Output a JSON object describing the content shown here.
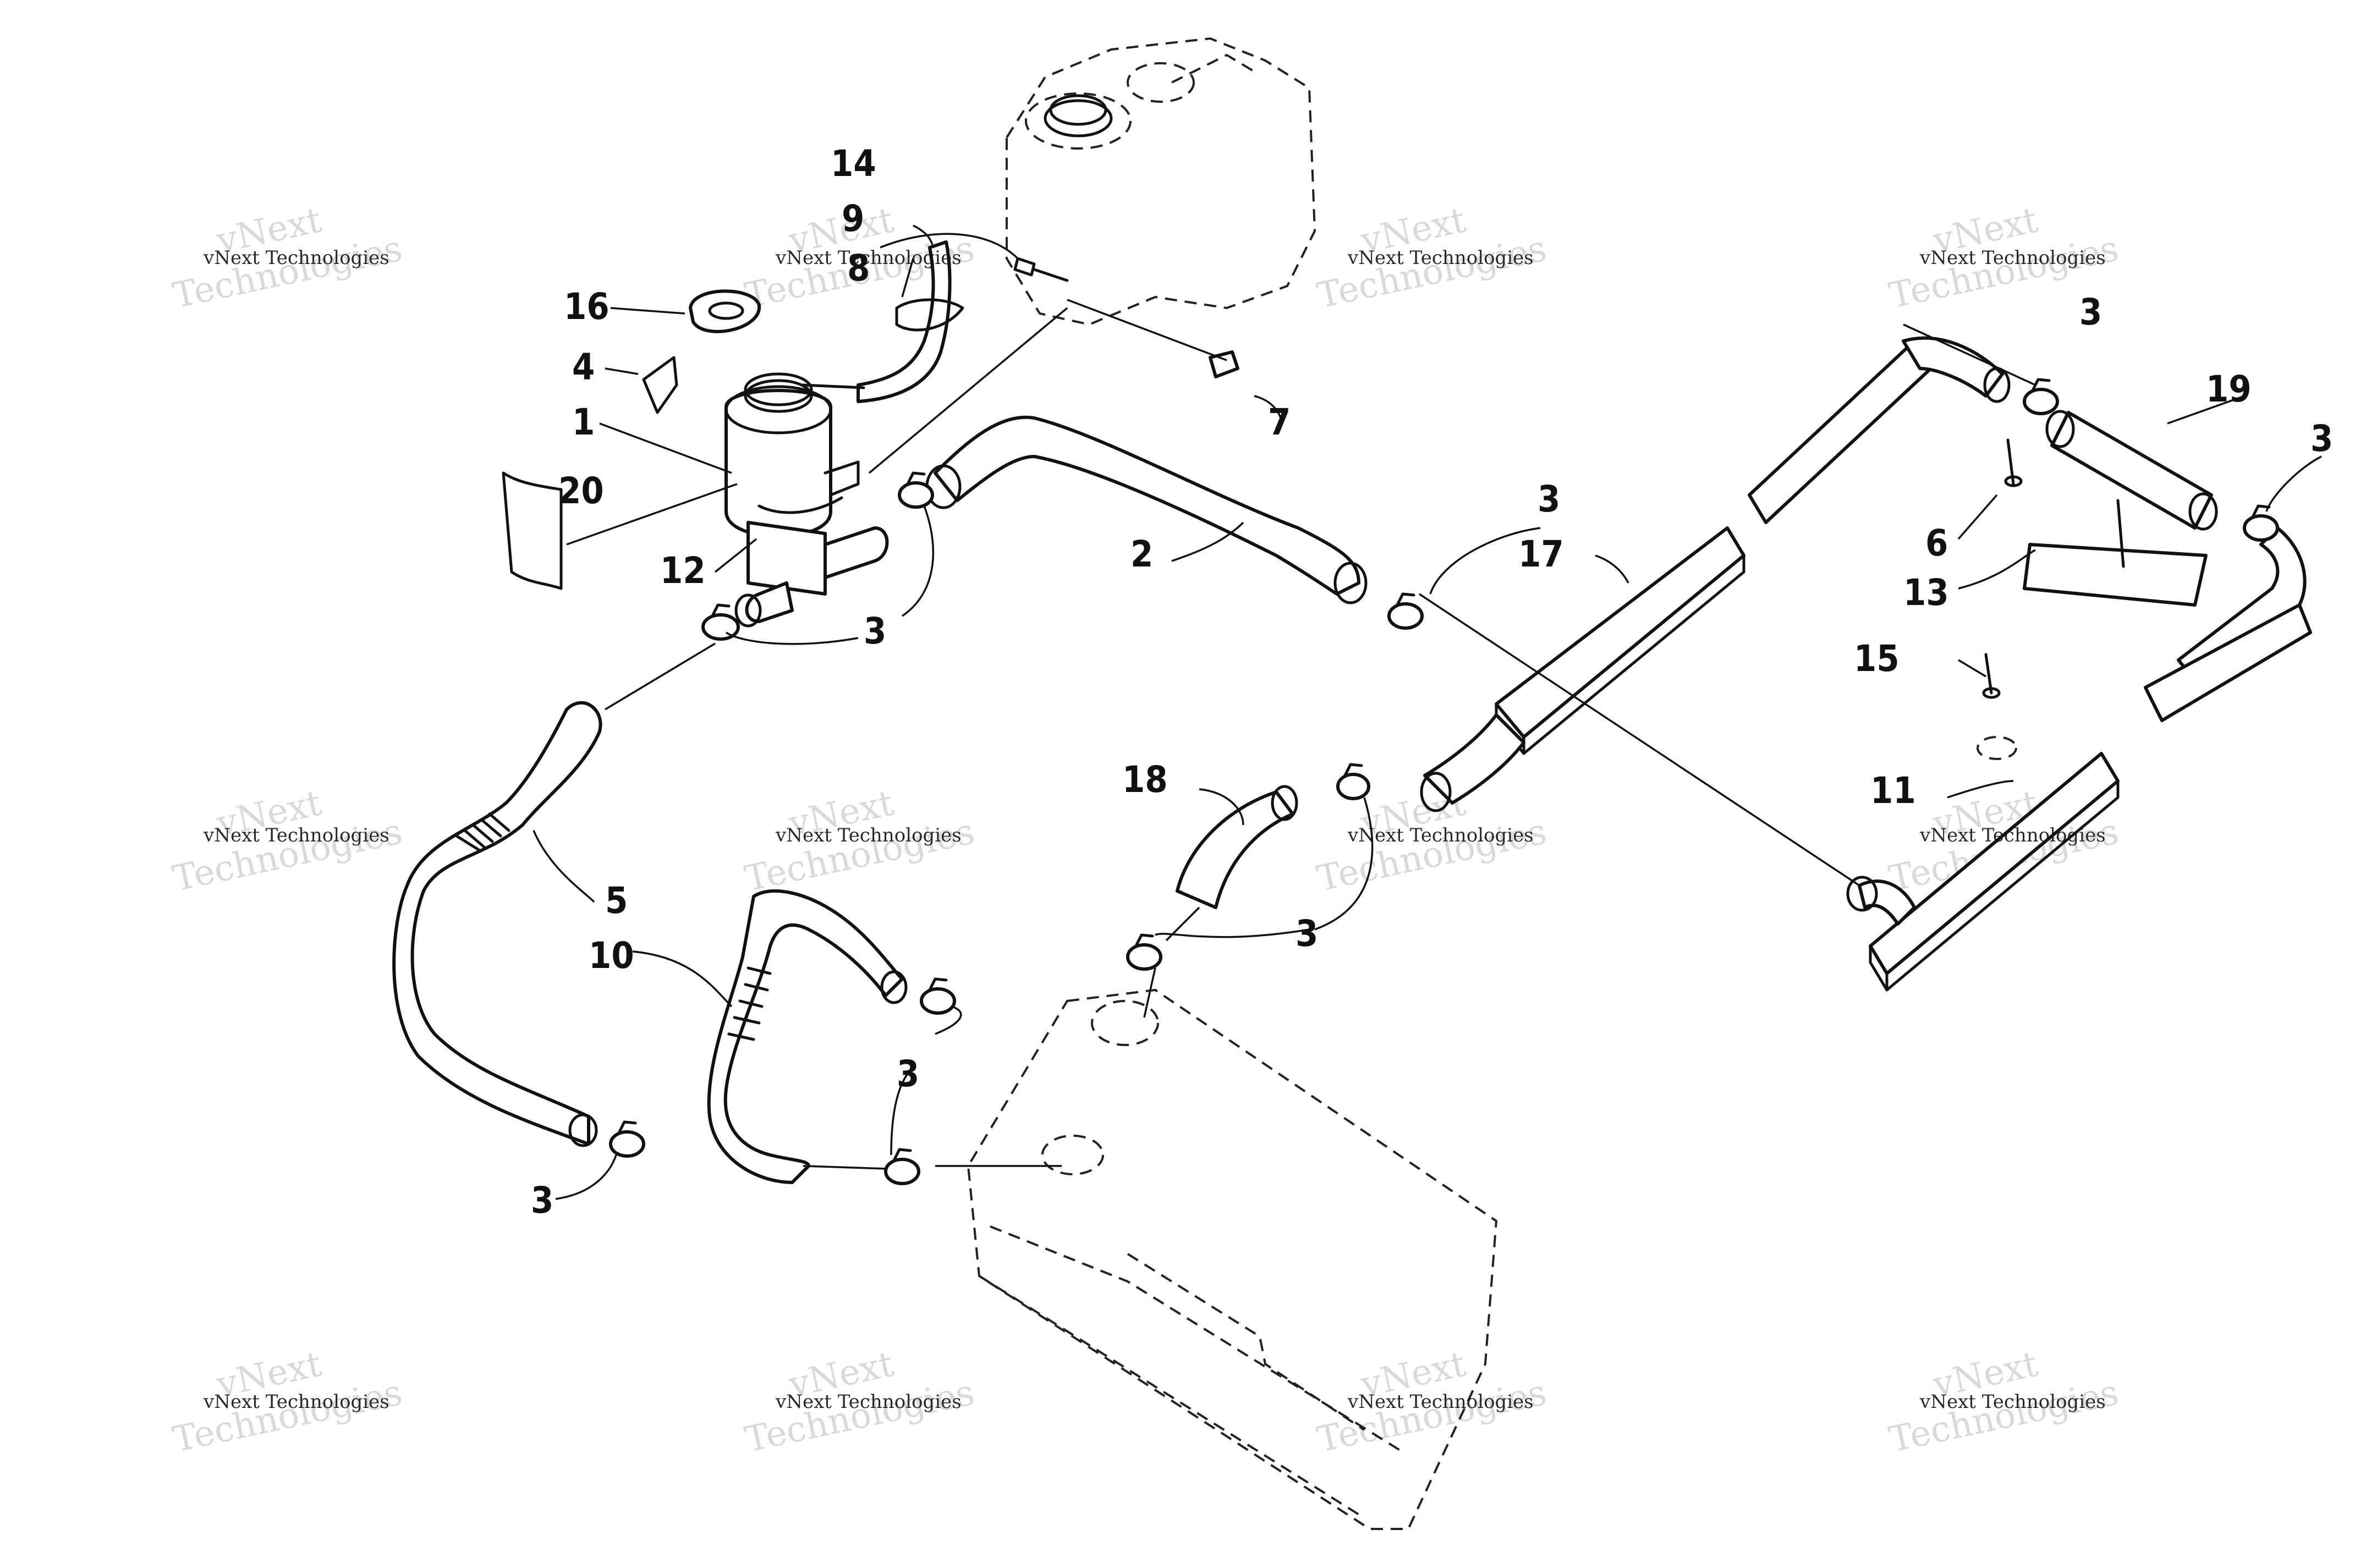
{
  "watermark": {
    "line1": "vNext Technologies",
    "line2_a": "vNext",
    "line2_b": "Technologies"
  },
  "callouts": {
    "c1": "1",
    "c2": "2",
    "c4": "4",
    "c5": "5",
    "c6": "6",
    "c7": "7",
    "c8": "8",
    "c9": "9",
    "c10": "10",
    "c11": "11",
    "c12": "12",
    "c13": "13",
    "c14": "14",
    "c15": "15",
    "c16": "16",
    "c17": "17",
    "c18": "18",
    "c19": "19",
    "c20": "20",
    "c3": "3"
  }
}
